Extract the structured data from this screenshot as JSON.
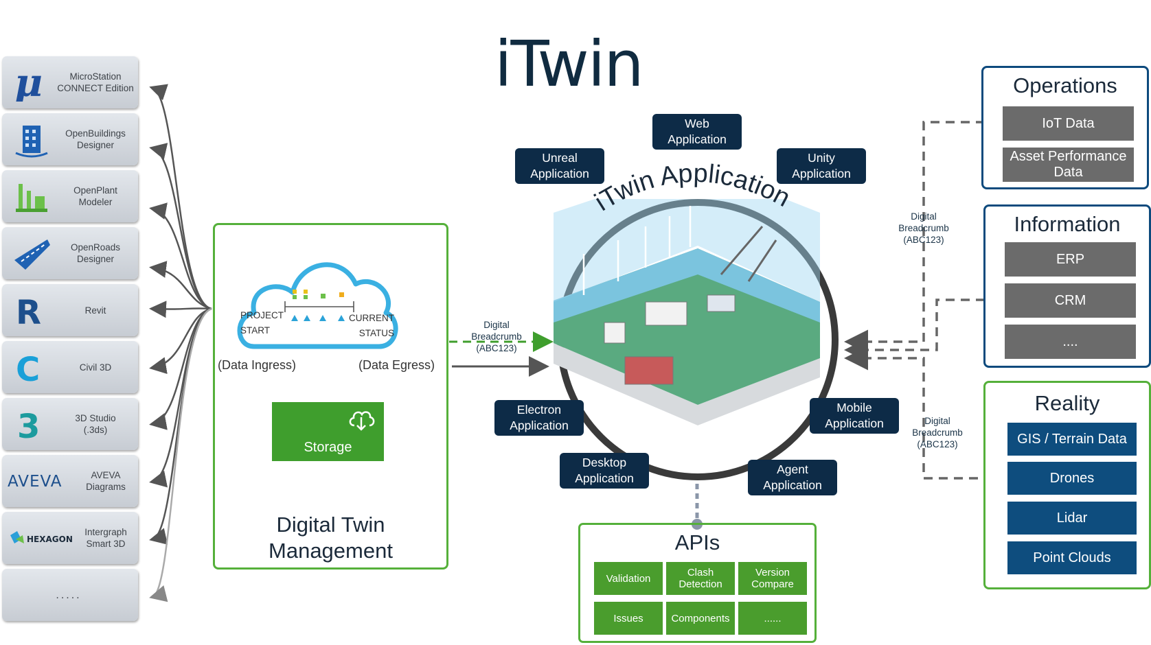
{
  "title": "iTwin",
  "sources": [
    {
      "label": "MicroStation\nCONNECT Edition",
      "icon": "microstation-icon"
    },
    {
      "label": "OpenBuildings\nDesigner",
      "icon": "openbuildings-icon"
    },
    {
      "label": "OpenPlant\nModeler",
      "icon": "openplant-icon"
    },
    {
      "label": "OpenRoads\nDesigner",
      "icon": "openroads-icon"
    },
    {
      "label": "Revit",
      "icon": "revit-icon"
    },
    {
      "label": "Civil 3D",
      "icon": "civil3d-icon"
    },
    {
      "label": "3D Studio\n(.3ds)",
      "icon": "3ds-icon"
    },
    {
      "label": "AVEVA\nDiagrams",
      "icon": "aveva-icon",
      "logo_text": "AVEVA"
    },
    {
      "label": "Intergraph\nSmart 3D",
      "icon": "hexagon-icon",
      "logo_text": "HEXAGON"
    },
    {
      "label": ".....",
      "icon": ""
    }
  ],
  "dtm": {
    "label": "Digital Twin\nManagement",
    "project_start": "PROJECT\nSTART",
    "current_status": "CURRENT\nSTATUS",
    "data_ingress": "(Data Ingress)",
    "data_egress": "(Data Egress)",
    "storage": "Storage",
    "colors": {
      "green": "#55b03a",
      "cloud": "#3ab0e2"
    }
  },
  "breadcrumbs": {
    "center": "Digital\nBreadcrumb\n(ABC123)",
    "right_top": "Digital\nBreadcrumb\n(ABC123)",
    "right_bottom": "Digital\nBreadcrumb\n(ABC123)"
  },
  "center": {
    "arc_title": "iTwin Application",
    "apps": {
      "web": "Web\nApplication",
      "unreal": "Unreal\nApplication",
      "unity": "Unity\nApplication",
      "electron": "Electron\nApplication",
      "mobile": "Mobile\nApplication",
      "desktop": "Desktop\nApplication",
      "agent": "Agent\nApplication"
    },
    "app_color": "#0d2b47"
  },
  "apis": {
    "title": "APIs",
    "items": [
      "Validation",
      "Clash\nDetection",
      "Version\nCompare",
      "Issues",
      "Components",
      "......"
    ]
  },
  "operations": {
    "title": "Operations",
    "items": [
      "IoT Data",
      "Asset Performance\nData"
    ]
  },
  "information": {
    "title": "Information",
    "items": [
      "ERP",
      "CRM",
      "...."
    ]
  },
  "reality": {
    "title": "Reality",
    "items": [
      "GIS / Terrain Data",
      "Drones",
      "Lidar",
      "Point Clouds"
    ]
  }
}
